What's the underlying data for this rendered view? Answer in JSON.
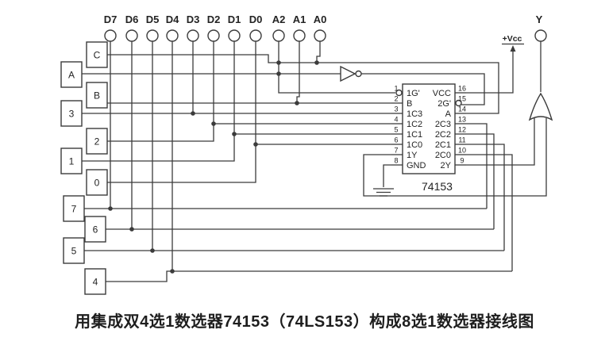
{
  "caption": "用集成双4选1数选器74153（74LS153）构成8选1数选器接线图",
  "power_label": "+Vcc",
  "output_terminal": "Y",
  "terminals": [
    "D7",
    "D6",
    "D5",
    "D4",
    "D3",
    "D2",
    "D1",
    "D0",
    "A2",
    "A1",
    "A0"
  ],
  "input_boxes": [
    "C",
    "A",
    "B",
    "3",
    "2",
    "1",
    "0",
    "7",
    "6",
    "5",
    "4"
  ],
  "chip": {
    "name": "74153",
    "left_pins": [
      {
        "num": "1",
        "label": "1G'"
      },
      {
        "num": "2",
        "label": "B"
      },
      {
        "num": "3",
        "label": "1C3"
      },
      {
        "num": "4",
        "label": "1C2"
      },
      {
        "num": "5",
        "label": "1C1"
      },
      {
        "num": "6",
        "label": "1C0"
      },
      {
        "num": "7",
        "label": "1Y"
      },
      {
        "num": "8",
        "label": "GND"
      }
    ],
    "right_pins": [
      {
        "num": "16",
        "label": "VCC"
      },
      {
        "num": "15",
        "label": "2G'"
      },
      {
        "num": "14",
        "label": "A"
      },
      {
        "num": "13",
        "label": "2C3"
      },
      {
        "num": "12",
        "label": "2C2"
      },
      {
        "num": "11",
        "label": "2C1"
      },
      {
        "num": "10",
        "label": "2C0"
      },
      {
        "num": "9",
        "label": "2Y"
      }
    ]
  },
  "colors": {
    "line": "#3b3b3b",
    "text": "#232323",
    "background": "#ffffff"
  }
}
